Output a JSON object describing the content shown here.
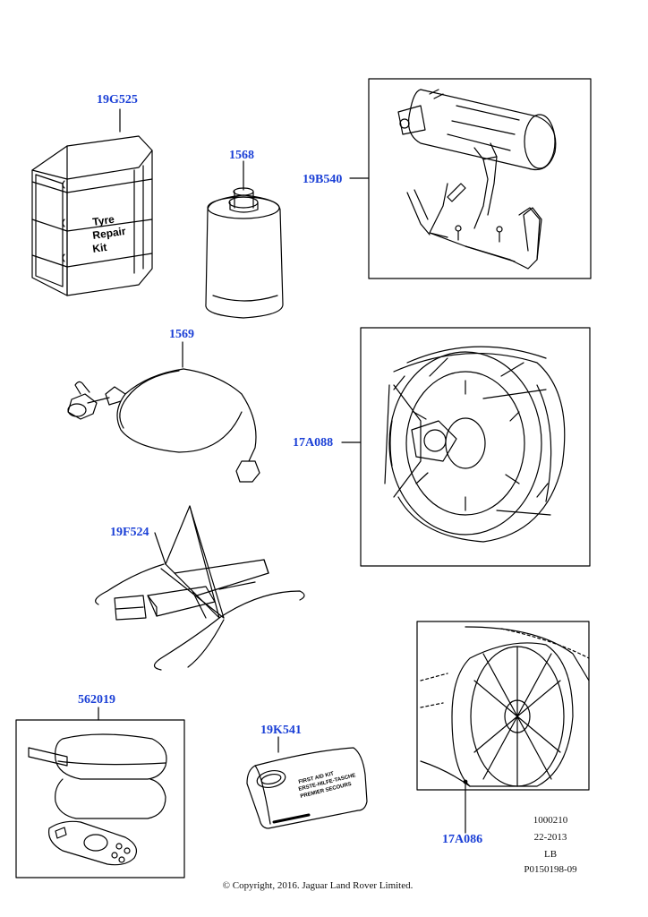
{
  "parts": {
    "tyre_repair_kit": {
      "part_number": "19G525",
      "box_label": [
        "Tyre",
        "Repair",
        "Kit"
      ]
    },
    "sealant_bottle": {
      "part_number": "1568"
    },
    "sealant_bracket": {
      "part_number": "19B540"
    },
    "inflator_hose": {
      "part_number": "1569"
    },
    "snow_chains": {
      "part_number": "17A088"
    },
    "warning_triangle": {
      "part_number": "19F524"
    },
    "ice_scraper_kit": {
      "part_number": "562019"
    },
    "first_aid_kit": {
      "part_number": "19K541",
      "label_lines": [
        "FIRST AID KIT",
        "ERSTE-HILFE-TASCHE",
        "PREMIER SECOURS"
      ]
    },
    "wheel_sock": {
      "part_number": "17A086"
    }
  },
  "meta": {
    "ref_lines": [
      "1000210",
      "22-2013",
      "LB",
      "P0150198-09"
    ],
    "copyright": "© Copyright, 2016. Jaguar Land Rover Limited."
  },
  "colors": {
    "callout": "#1a3fd6",
    "line": "#000000"
  }
}
